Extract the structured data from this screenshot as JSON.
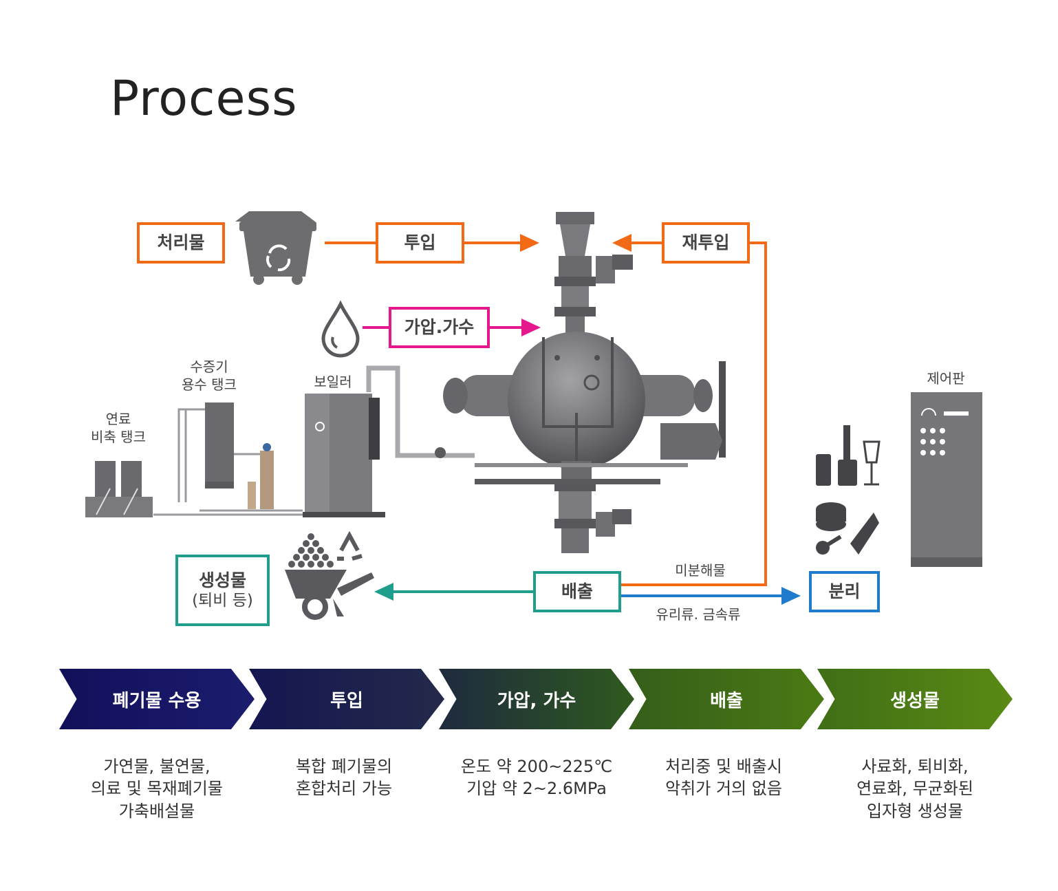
{
  "title": "Process",
  "labels": {
    "input_material": "처리물",
    "feed": "투입",
    "refeed": "재투입",
    "pressurize": "가압.가수",
    "product": "생성물",
    "product_sub": "(퇴비 등)",
    "discharge": "배출",
    "separation": "분리"
  },
  "captions": {
    "fuel_tank": [
      "연료",
      "비축 탱크"
    ],
    "steam_tank": [
      "수증기",
      "용수 탱크"
    ],
    "boiler": "보일러",
    "control_panel": "제어판",
    "undecomposed": "미분해물",
    "glass_metal": "유리류. 금속류"
  },
  "steps": [
    {
      "label": "폐기물 수용",
      "color_from": "#10105a",
      "color_to": "#1c1c6e",
      "desc": [
        "가연물, 불연물,",
        "의료 및 목재폐기물",
        "가축배설물"
      ]
    },
    {
      "label": "투입",
      "color_from": "#141650",
      "color_to": "#232a4a",
      "desc": [
        "복합 폐기물의",
        "혼합처리 가능"
      ]
    },
    {
      "label": "가압, 가수",
      "color_from": "#1e2a3e",
      "color_to": "#2f5a1e",
      "desc": [
        "온도 약 200~225℃",
        "기압 약 2~2.6MPa"
      ]
    },
    {
      "label": "배출",
      "color_from": "#355e1a",
      "color_to": "#4b7a14",
      "desc": [
        "처리중 및 배출시",
        "악취가 거의 없음"
      ]
    },
    {
      "label": "생성물",
      "color_from": "#3f6e16",
      "color_to": "#5a8a14",
      "desc": [
        "사료화, 퇴비화,",
        "연료화, 무균화된",
        "입자형 생성물"
      ]
    }
  ],
  "colors": {
    "orange": "#f26a16",
    "magenta": "#e4188c",
    "teal": "#1e9e8b",
    "blue": "#1f7ccc",
    "machine_gray": "#6d6d70"
  }
}
